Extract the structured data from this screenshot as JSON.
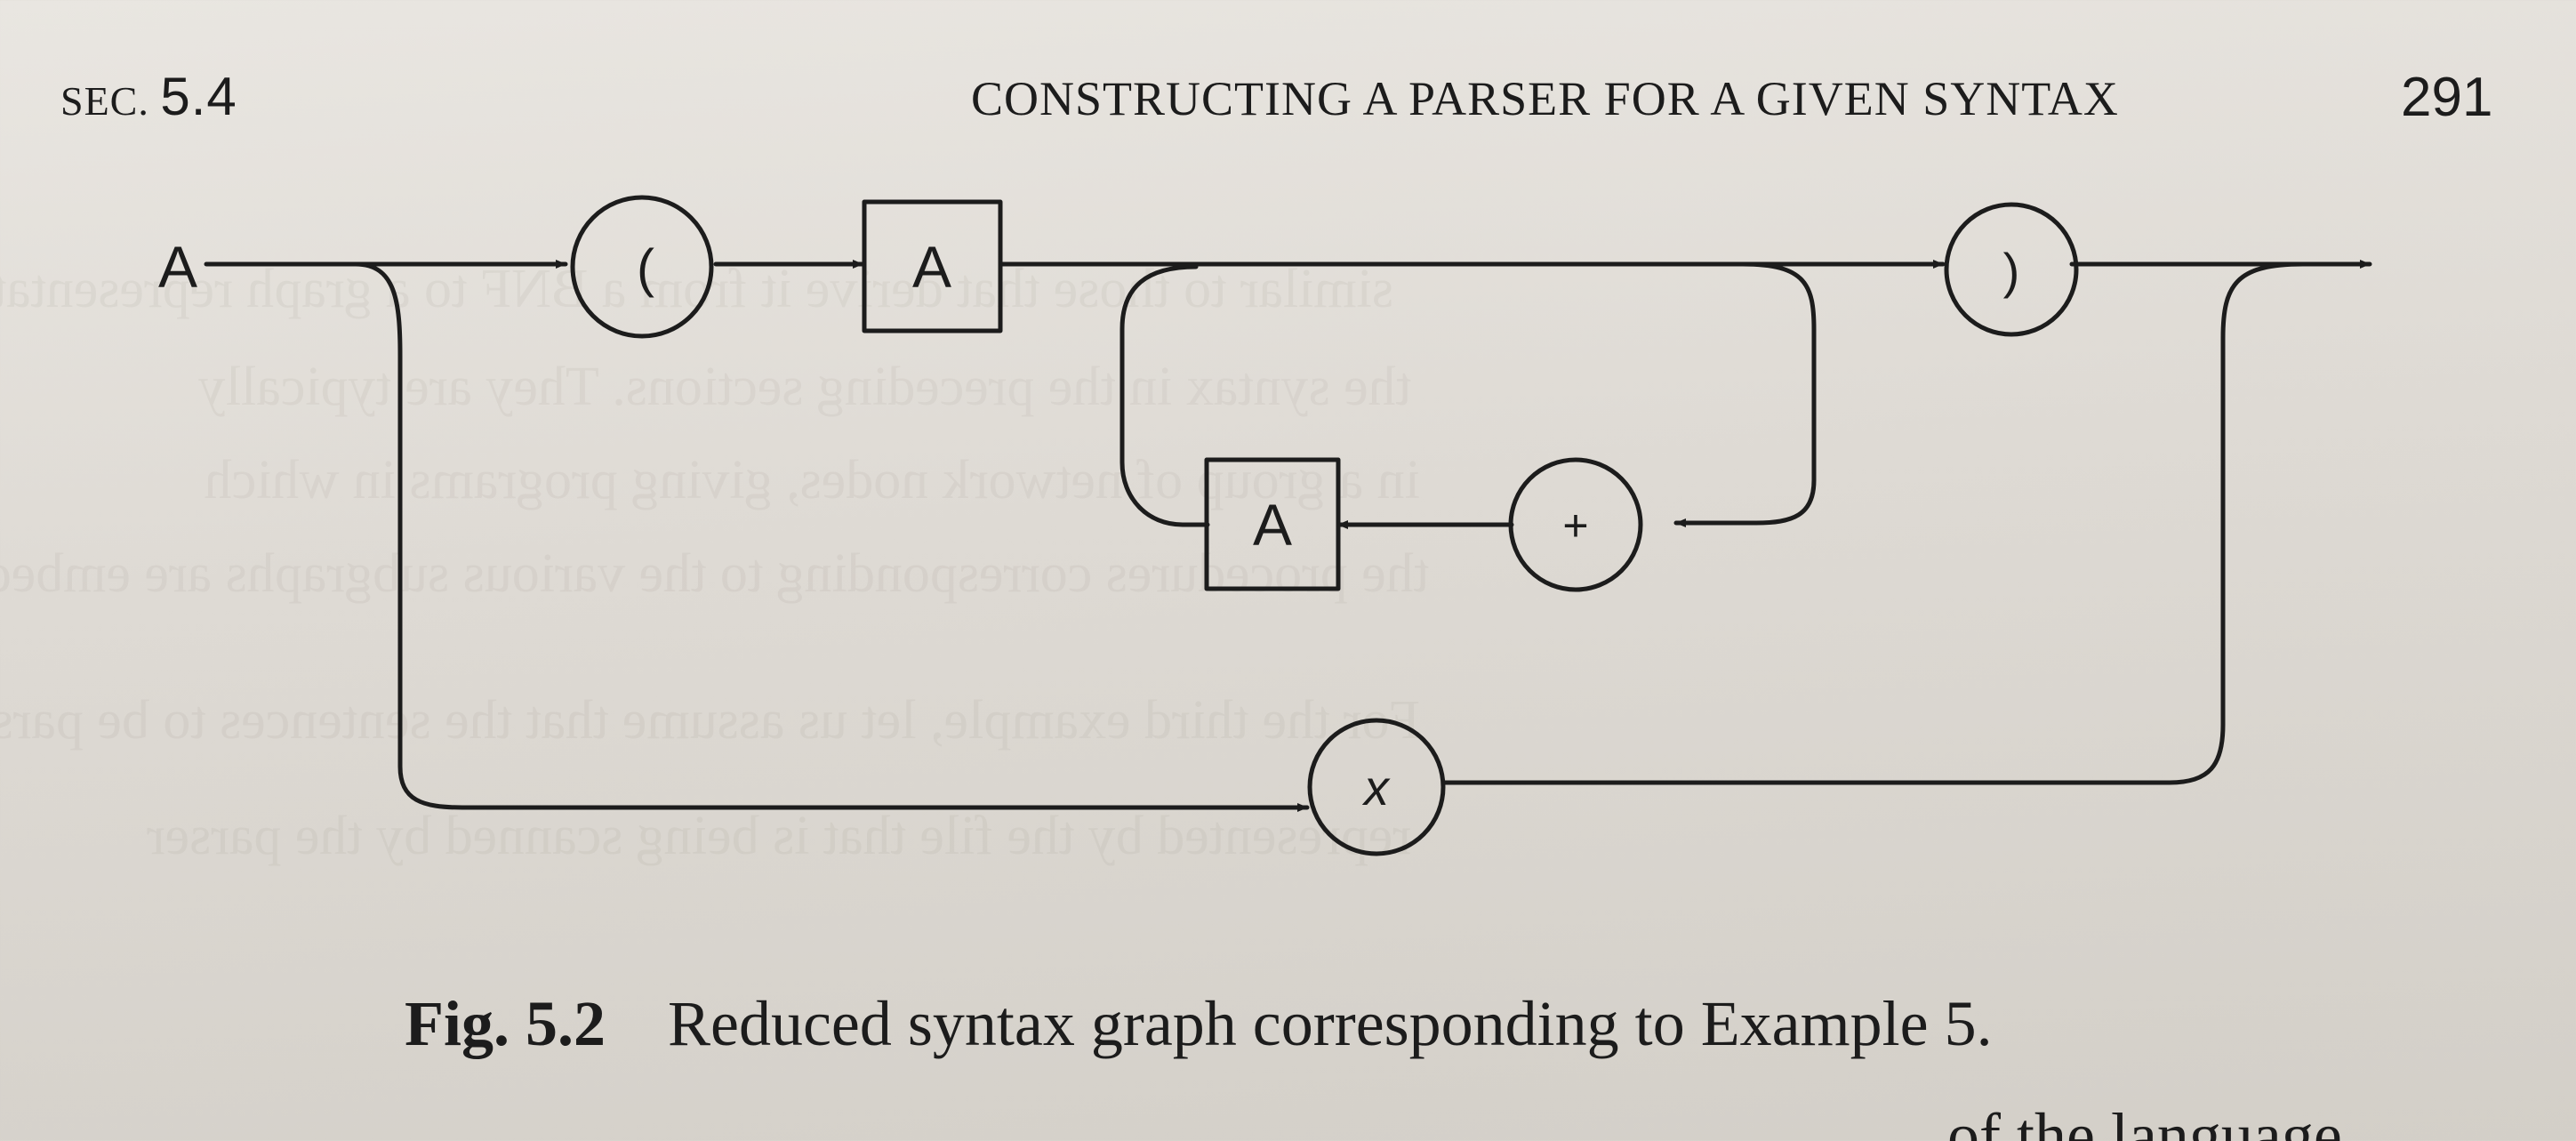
{
  "running_head": {
    "section_prefix": "SEC.",
    "section_number": "5.4",
    "title": "CONSTRUCTING A PARSER FOR A GIVEN SYNTAX",
    "page_number": "291"
  },
  "diagram": {
    "entry_label": "A",
    "nodes": {
      "open_paren": "(",
      "nonterminal_a_top": "A",
      "close_paren": ")",
      "nonterminal_a_loop": "A",
      "plus": "+",
      "x": "x"
    }
  },
  "caption": {
    "label": "Fig. 5.2",
    "text": "Reduced syntax graph corresponding to Example 5."
  },
  "cut_off_line": "of the language"
}
